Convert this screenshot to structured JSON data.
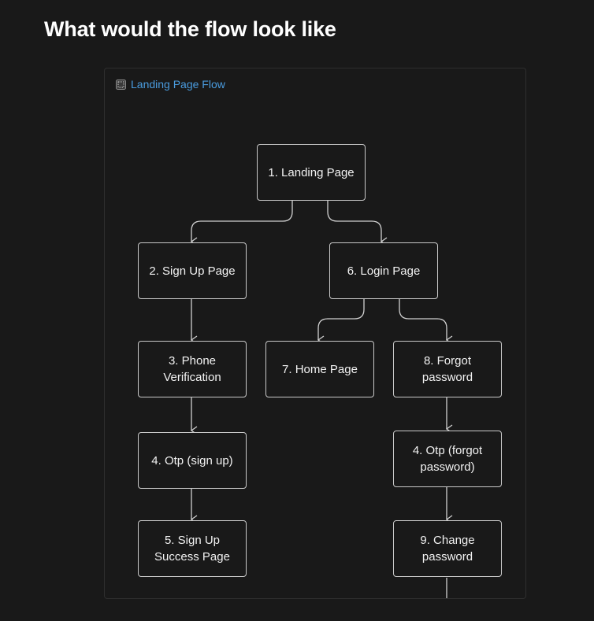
{
  "page": {
    "heading": "What would the flow look like"
  },
  "frame": {
    "title": "Landing Page Flow",
    "icon": "frame-icon"
  },
  "nodes": {
    "landing": "1. Landing Page",
    "signup": "2. Sign Up Page",
    "phone": "3. Phone\nVerification",
    "otp_signup": "4. Otp (sign up)",
    "success": "5. Sign Up\nSuccess Page",
    "login": "6. Login Page",
    "home": "7. Home Page",
    "forgot": "8. Forgot\npassword",
    "otp_forgot": "4. Otp (forgot\npassword)",
    "change": "9. Change\npassword"
  },
  "edges": [
    [
      "1. Landing Page",
      "2. Sign Up Page"
    ],
    [
      "1. Landing Page",
      "6. Login Page"
    ],
    [
      "2. Sign Up Page",
      "3. Phone Verification"
    ],
    [
      "3. Phone Verification",
      "4. Otp (sign up)"
    ],
    [
      "4. Otp (sign up)",
      "5. Sign Up Success Page"
    ],
    [
      "6. Login Page",
      "7. Home Page"
    ],
    [
      "6. Login Page",
      "8. Forgot password"
    ],
    [
      "8. Forgot password",
      "4. Otp (forgot password)"
    ],
    [
      "4. Otp (forgot password)",
      "9. Change password"
    ]
  ],
  "colors": {
    "background": "#191919",
    "node_border": "#c9c9c9",
    "connector": "#d0d0d0",
    "frame_title": "#4a9cdf"
  }
}
